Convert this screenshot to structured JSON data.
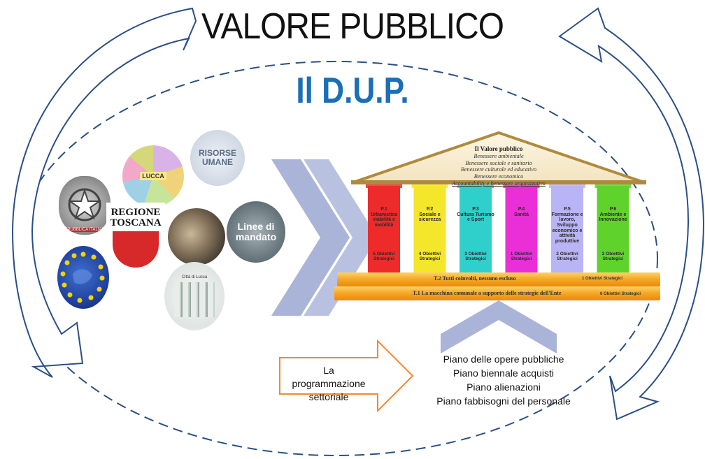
{
  "title": "VALORE PUBBLICO",
  "subtitle": "Il D.U.P.",
  "left_images": {
    "emblem_text": "REPUBBLICA ITALIANA",
    "regione_text": "REGIONE TOSCANA",
    "risorse_text": "RISORSE UMANE",
    "lucca_text": "LUCCA",
    "linee_text": "Linee di mandato",
    "citta_text": "Città di Lucca"
  },
  "temple": {
    "roof_title": "Il Valore pubblico",
    "roof_lines": [
      "Benessere ambientale",
      "Benessere sociale e sanitario",
      "Benessere culturale ed educativo",
      "Benessere economico",
      "Accountability e benessere organizzativo"
    ],
    "pillars": [
      {
        "code": "P.1",
        "label": "Urbanistica viabilità e mobilità",
        "count": "5 Obiettivi Strategici",
        "color": "#ee2b2b"
      },
      {
        "code": "P.2",
        "label": "Sociale e sicurezza",
        "count": "4 Obiettivi Strategici",
        "color": "#f4e62a"
      },
      {
        "code": "P.3",
        "label": "Cultura Turismo e Sport",
        "count": "3 Obiettivi Strategici",
        "color": "#2fd0cc"
      },
      {
        "code": "P.4",
        "label": "Sanità",
        "count": "1 Obiettivi Strategici",
        "color": "#ea2fd6"
      },
      {
        "code": "P.5",
        "label": "Formazione e lavoro, Sviluppo economico e attività produttive",
        "count": "2 Obiettivi Strategici",
        "color": "#b9b4f5"
      },
      {
        "code": "P.6",
        "label": "Ambiente e Innovazione",
        "count": "2 Obiettivi Strategici",
        "color": "#5fd32b"
      }
    ],
    "base_t2": "T.2 Tutti coinvolti, nessuno escluso",
    "base_t2_count": "1 Obiettivi Strategici",
    "base_t1": "T.1 La macchina comunale a supporto delle strategie dell'Ente",
    "base_t1_count": "6 Obiettivi Strategici"
  },
  "programmazione": "La programmazione settoriale",
  "plans": [
    "Piano delle opere pubbliche",
    "Piano biennale acquisti",
    "Piano alienazioni",
    "Piano fabbisogni del personale"
  ],
  "colors": {
    "subtitle_blue": "#1a6fb5",
    "cycle_blue": "#2a4f86",
    "chevron": "#aab4d8",
    "arrow_orange": "#f08a30",
    "roof_gold": "#b08a3c",
    "base_orange": "#f5a623"
  }
}
